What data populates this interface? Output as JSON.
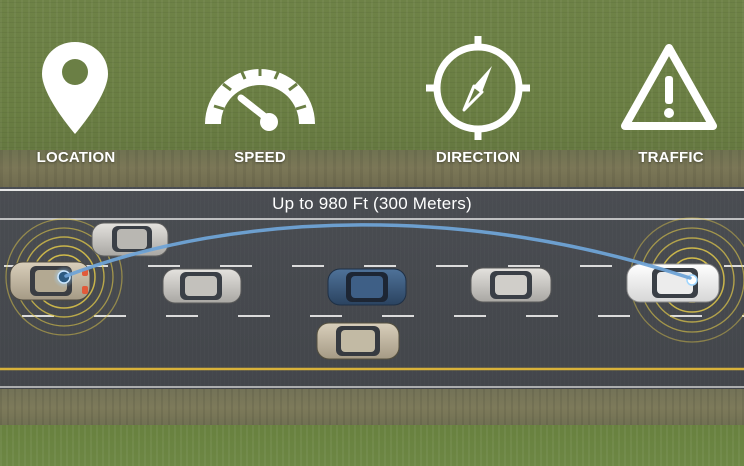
{
  "icons": [
    {
      "name": "location",
      "label": "LOCATION",
      "icon": "map-pin-icon"
    },
    {
      "name": "speed",
      "label": "SPEED",
      "icon": "speedometer-icon"
    },
    {
      "name": "direction",
      "label": "DIRECTION",
      "icon": "compass-icon"
    },
    {
      "name": "traffic",
      "label": "TRAFFIC",
      "icon": "warning-triangle-icon"
    }
  ],
  "range_label": "Up to 980 Ft (300 Meters)",
  "colors": {
    "icon_white": "#ffffff",
    "arc_blue": "#6fa3d6",
    "signal_yellow": "#e0c84a",
    "signal_red": "#e25a3a",
    "road_asphalt": "#46494e",
    "lane_yellow": "#d8b23a",
    "lane_white": "#e6e6e6"
  }
}
